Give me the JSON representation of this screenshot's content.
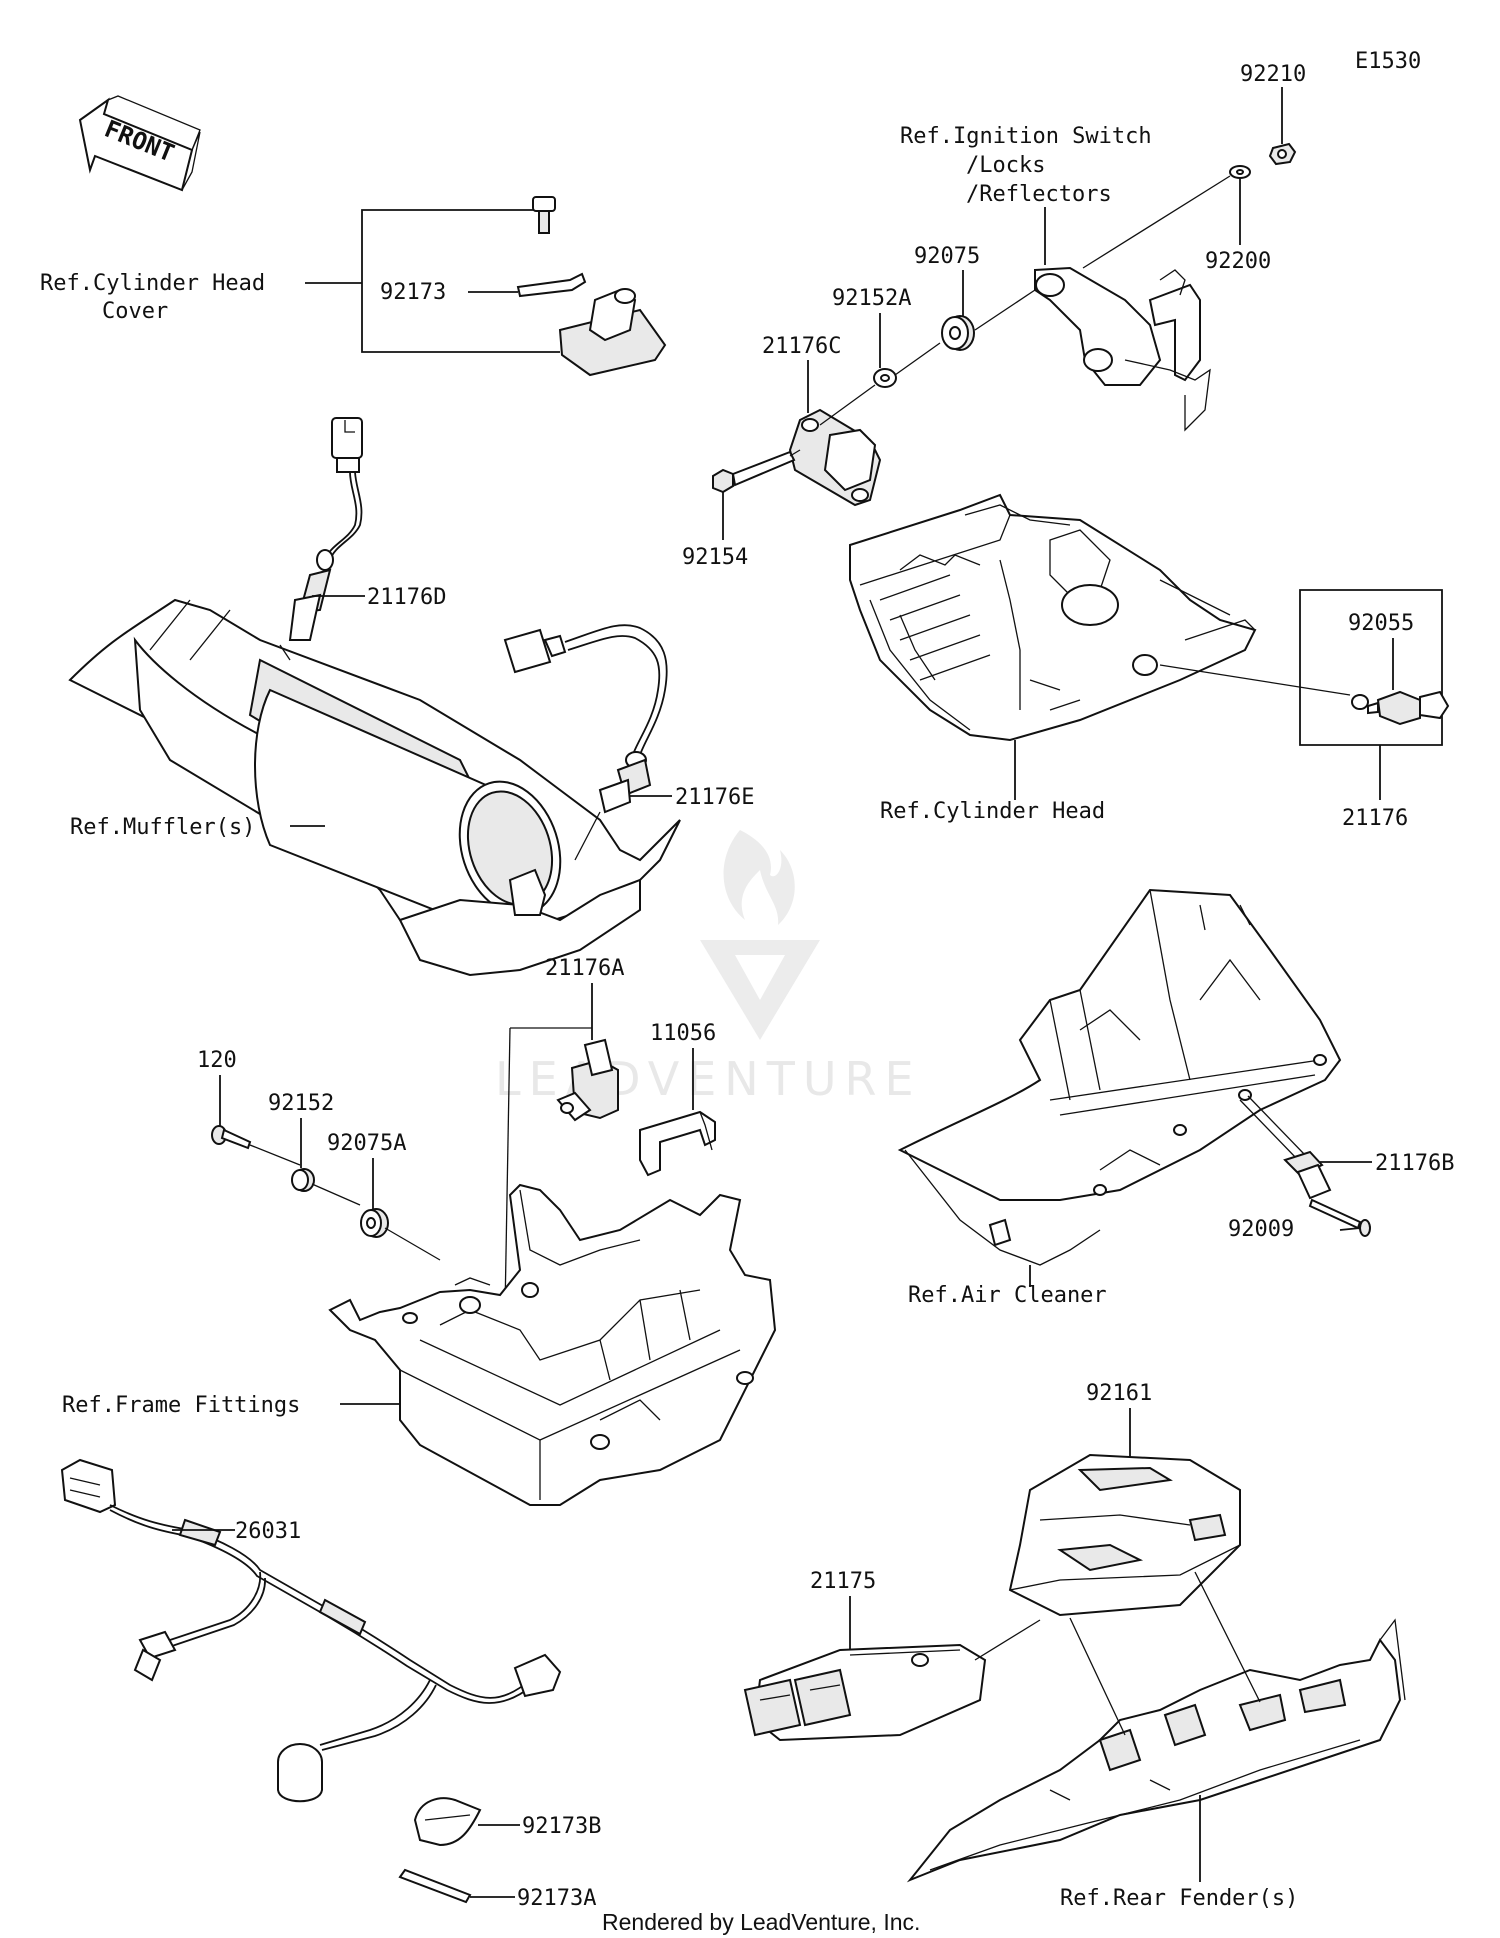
{
  "diagram_code": "E1530",
  "footer": "Rendered by LeadVenture, Inc.",
  "watermark": "LEADVENTURE",
  "front_label": "FRONT",
  "labels": {
    "p92210": "92210",
    "ref_ign_1": "Ref.Ignition Switch",
    "ref_ign_2": "/Locks",
    "ref_ign_3": "/Reflectors",
    "p92200": "92200",
    "p92075": "92075",
    "p92152A": "92152A",
    "p21176C": "21176C",
    "p92154": "92154",
    "ref_cyl_head_cover_1": "Ref.Cylinder Head",
    "ref_cyl_head_cover_2": "Cover",
    "p92173": "92173",
    "p21176D": "21176D",
    "p21176E": "21176E",
    "ref_muffler": "Ref.Muffler(s)",
    "p92055": "92055",
    "p21176": "21176",
    "ref_cyl_head": "Ref.Cylinder Head",
    "p21176A": "21176A",
    "p11056": "11056",
    "p120": "120",
    "p92152": "92152",
    "p92075A": "92075A",
    "p21176B": "21176B",
    "p92009": "92009",
    "ref_air_cleaner": "Ref.Air Cleaner",
    "ref_frame": "Ref.Frame Fittings",
    "p26031": "26031",
    "p92161": "92161",
    "p21175": "21175",
    "p92173B": "92173B",
    "p92173A": "92173A",
    "ref_rear_fender": "Ref.Rear Fender(s)"
  }
}
